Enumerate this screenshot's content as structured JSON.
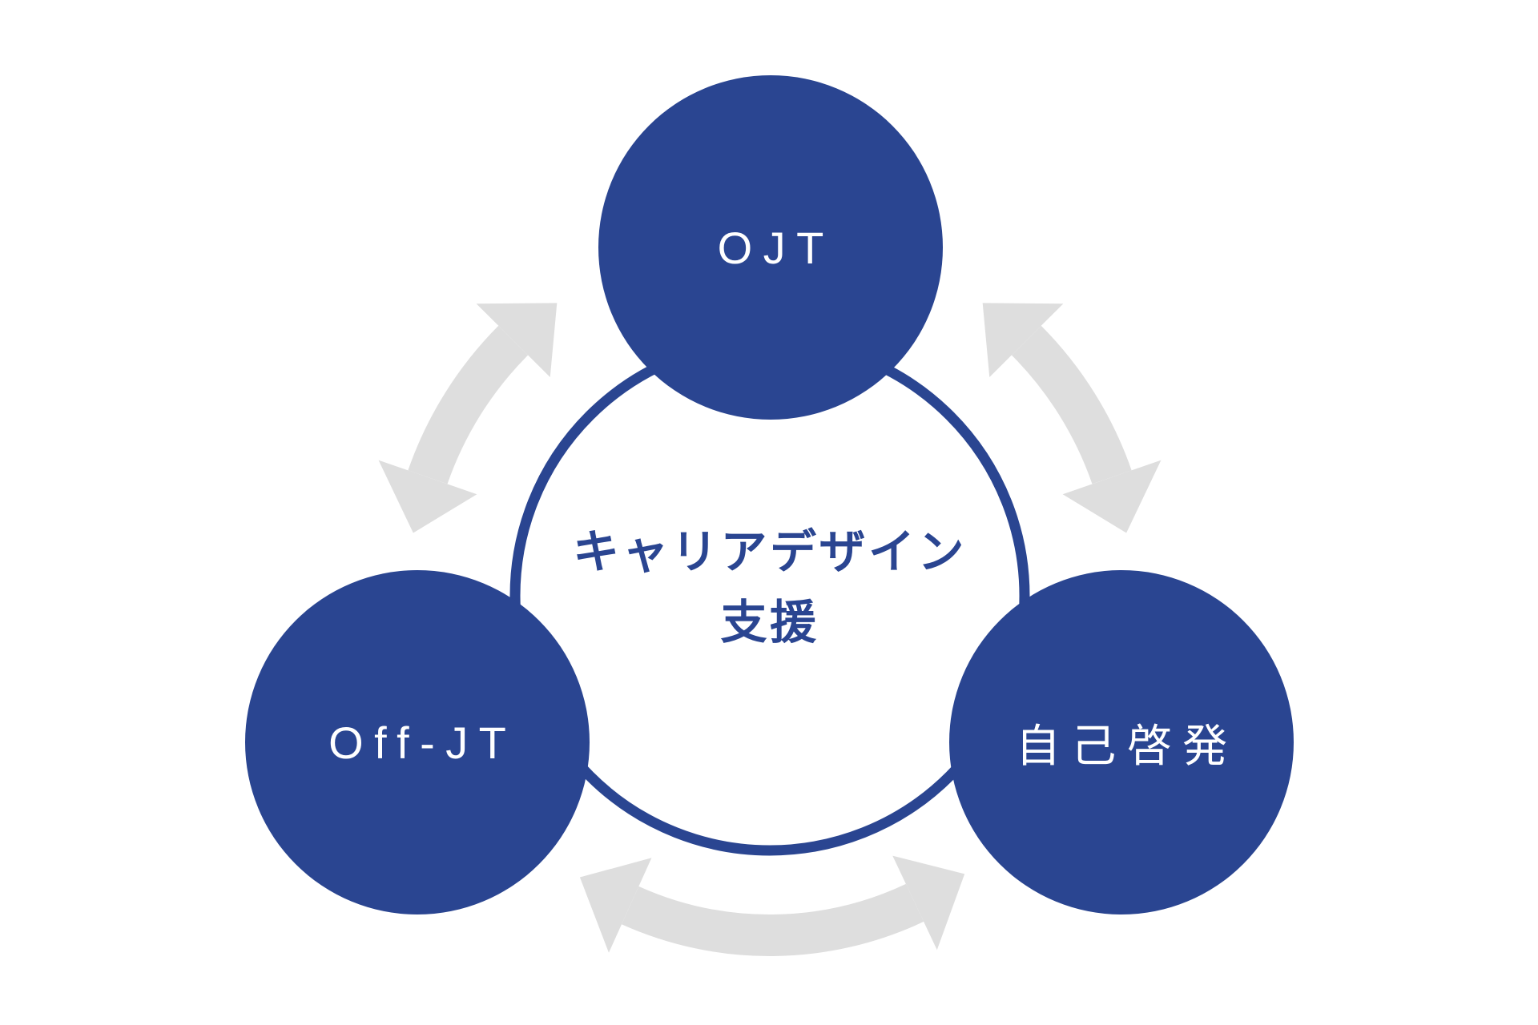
{
  "diagram": {
    "title_line1": "キャリアデザイン",
    "title_line2": "支援",
    "nodes": [
      {
        "id": "ojt",
        "label": "OJT"
      },
      {
        "id": "off-jt",
        "label": "Off-JT"
      },
      {
        "id": "self-development",
        "label": "自己啓発"
      }
    ],
    "colors": {
      "primary_blue": "#2a4591",
      "arrow_gray": "#dedede",
      "label_white": "#ffffff",
      "background": "#ffffff"
    }
  }
}
